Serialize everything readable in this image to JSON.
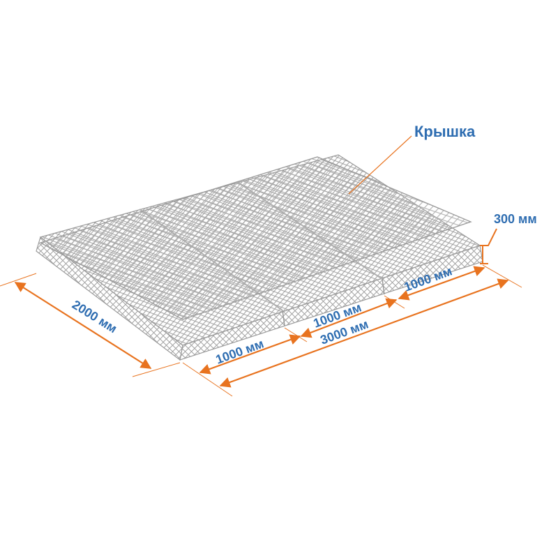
{
  "labels": {
    "lid": "Крышка",
    "height": "300 мм",
    "width": "2000 мм",
    "length_total": "3000 мм",
    "section_1": "1000 мм",
    "section_2": "1000 мм",
    "section_3": "1000 мм"
  },
  "colors": {
    "dimension": "#e8731f",
    "text": "#2e6db1",
    "mesh": "#9a9a9a"
  }
}
